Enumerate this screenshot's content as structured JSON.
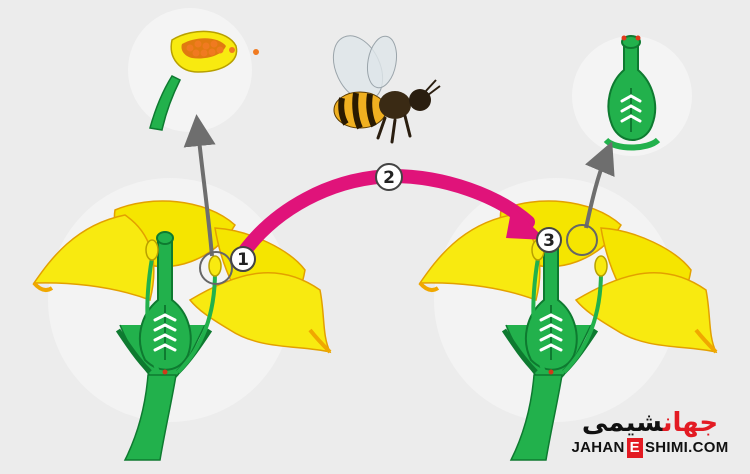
{
  "steps": [
    {
      "number": "1"
    },
    {
      "number": "2"
    },
    {
      "number": "3"
    }
  ],
  "logo": {
    "persian_a": "جهان",
    "persian_b": "شیمی",
    "english_a": "JAHAN",
    "english_e": "E",
    "english_b": "SHIMI.COM"
  },
  "colors": {
    "background": "#ececec",
    "petal": "#f5e500",
    "petal_edge": "#f0a800",
    "stem": "#22b14c",
    "pollen": "#f07a20",
    "transfer_arrow": "#e0137a",
    "zoom_arrow": "#6e6e6e",
    "logo_accent": "#e31b23"
  },
  "icons": [
    "bee-icon",
    "anther-closeup-icon",
    "pistil-closeup-icon",
    "flower-icon"
  ]
}
